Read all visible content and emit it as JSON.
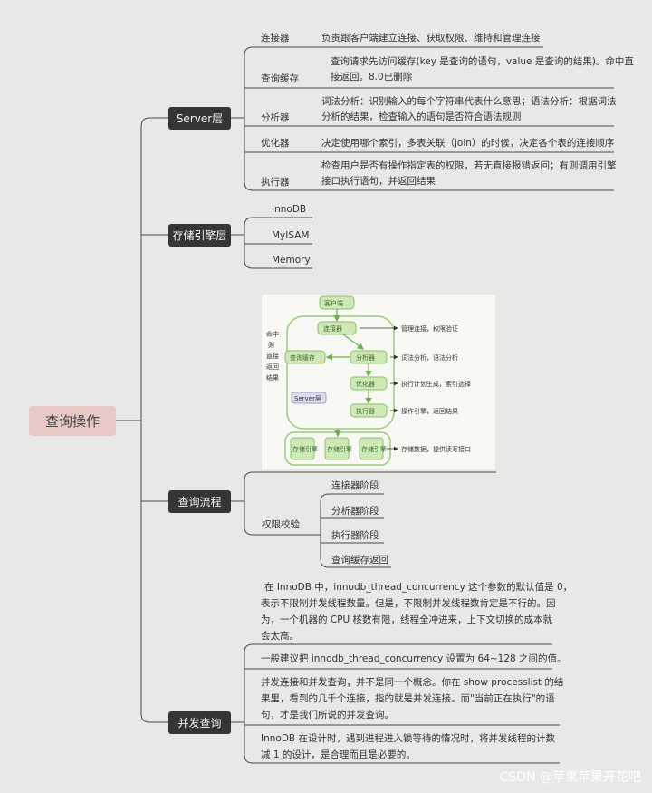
{
  "root": "查询操作",
  "server": {
    "label": "Server层",
    "items": [
      {
        "name": "连接器",
        "desc": "负责跟客户端建立连接、获取权限、维持和管理连接"
      },
      {
        "name": "查询缓存",
        "desc_l1": "查询请求先访问缓存(key 是查询的语句，value 是查询的结果)。命中直",
        "desc_l2": "接返回。8.0已删除"
      },
      {
        "name": "分析器",
        "desc_l1": "词法分析：识别输入的每个字符串代表什么意思；语法分析：根据词法",
        "desc_l2": "分析的结果，检查输入的语句是否符合语法规则"
      },
      {
        "name": "优化器",
        "desc": "决定使用哪个索引，多表关联（join）的时候，决定各个表的连接顺序"
      },
      {
        "name": "执行器",
        "desc_l1": "检查用户是否有操作指定表的权限，若无直接报错返回；有则调用引擎",
        "desc_l2": "接口执行语句，并返回结果"
      }
    ]
  },
  "engine": {
    "label": "存储引擎层",
    "items": [
      "InnoDB",
      "MyISAM",
      "Memory"
    ]
  },
  "flow": {
    "label": "查询流程",
    "diagram": {
      "client": "客户端",
      "connector": "连接器",
      "query_cache": "查询缓存",
      "analyzer": "分析器",
      "optimizer": "优化器",
      "executor": "执行器",
      "server_tag": "Server层",
      "storage": "存储引擎",
      "side_l1": "命中",
      "side_l2": "则",
      "side_l3": "直接",
      "side_l4": "返回",
      "side_l5": "结果",
      "note_connector": "管理连接，权限验证",
      "note_analyzer": "词法分析，语法分析",
      "note_optimizer": "执行计划生成，索引选择",
      "note_executor": "操作引擎，返回结果",
      "note_storage": "存储数据，提供读写接口"
    },
    "perm": "权限校验",
    "stages": [
      "连接器阶段",
      "分析器阶段",
      "执行器阶段",
      "查询缓存返回"
    ]
  },
  "concurrency": {
    "label": "并发查询",
    "p1": [
      "在 InnoDB 中，innodb_thread_concurrency 这个参数的默认值是 0，",
      "表示不限制并发线程数量。但是，不限制并发线程数肯定是不行的。因",
      "为，一个机器的 CPU 核数有限，线程全冲进来，上下文切换的成本就",
      "会太高。"
    ],
    "p2": "一般建议把 innodb_thread_concurrency 设置为 64~128 之间的值。",
    "p3": [
      "并发连接和并发查询，并不是同一个概念。你在 show processlist 的结",
      "果里，看到的几千个连接，指的就是并发连接。而\"当前正在执行\"的语",
      "句，才是我们所说的并发查询。"
    ],
    "p4": [
      "InnoDB 在设计时，遇到进程进入锁等待的情况时，将并发线程的计数",
      "减 1 的设计，是合理而且是必要的。"
    ]
  },
  "watermark": "CSDN @苹果苹果开花吧"
}
